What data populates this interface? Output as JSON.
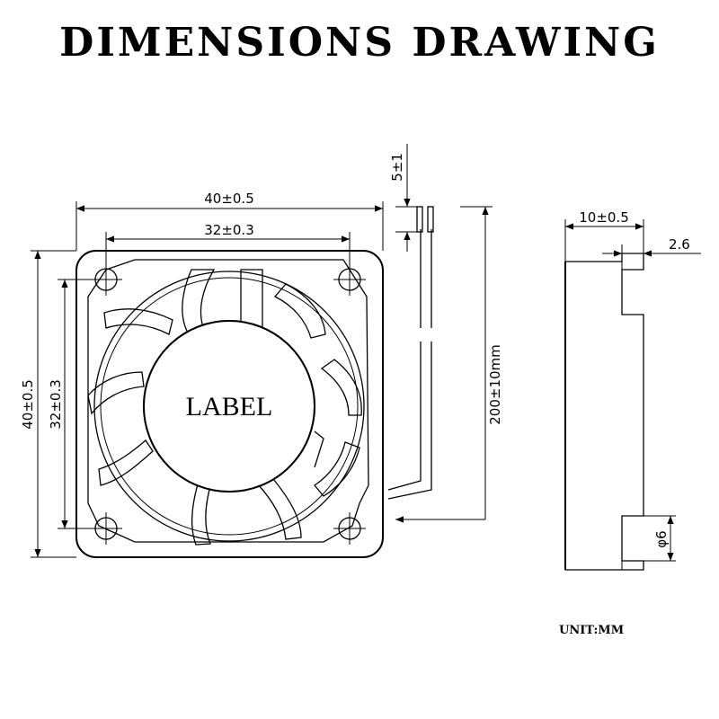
{
  "title": "DIMENSIONS DRAWING",
  "front_view": {
    "label": "LABEL",
    "width_outer": "40±0.5",
    "width_holes": "32±0.3",
    "height_outer": "40±0.5",
    "height_holes": "32±0.3",
    "wire_strip": "5±1",
    "cable_length": "200±10mm"
  },
  "side_view": {
    "thickness": "10±0.5",
    "step": "2.6",
    "hole_dia": "φ6"
  },
  "unit": "UNIT:MM"
}
